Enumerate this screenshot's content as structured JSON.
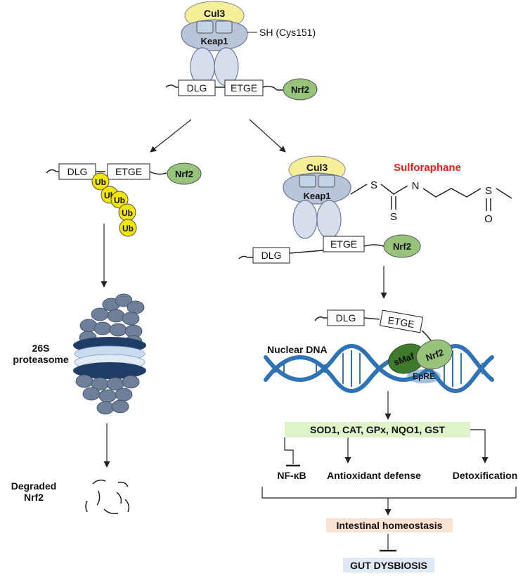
{
  "labels": {
    "cul3": "Cul3",
    "keap1": "Keap1",
    "cys": "SH (Cys151)",
    "dlg": "DLG",
    "etge": "ETGE",
    "nrf2": "Nrf2",
    "ub": "Ub",
    "proteasome_line1": "26S",
    "proteasome_line2": "proteasome",
    "degraded_line1": "Degraded",
    "degraded_line2": "Nrf2",
    "sulforaphane": "Sulforaphane",
    "atom_s": "S",
    "atom_n": "N",
    "atom_o": "O",
    "nuclear_dna": "Nuclear DNA",
    "smaf": "sMaf",
    "epre": "EpRE",
    "genes": "SOD1, CAT, GPx, NQO1, GST",
    "nfkb": "NF-κB",
    "antioxidant": "Antioxidant defense",
    "detox": "Detoxification",
    "homeostasis": "Intestinal homeostasis",
    "dysbiosis": "GUT DYSBIOSIS"
  },
  "colors": {
    "cul3": "#f5ef9a",
    "keap1_ring": "#b9c4d8",
    "keap1_lobe": "#d8ddee",
    "nrf2": "#97c47a",
    "smaf": "#3f7a2d",
    "ub": "#f2e600",
    "sulforaphane": "#e8201a",
    "dna": "#2f73b5",
    "genes_bg": "#dff3c8",
    "homeostasis_bg": "#fbe2d4",
    "dysbiosis_bg": "#dde9f4",
    "proteasome_dark": "#6e7f99",
    "proteasome_navy": "#1f3d66",
    "proteasome_light": "#c9dbf0"
  }
}
